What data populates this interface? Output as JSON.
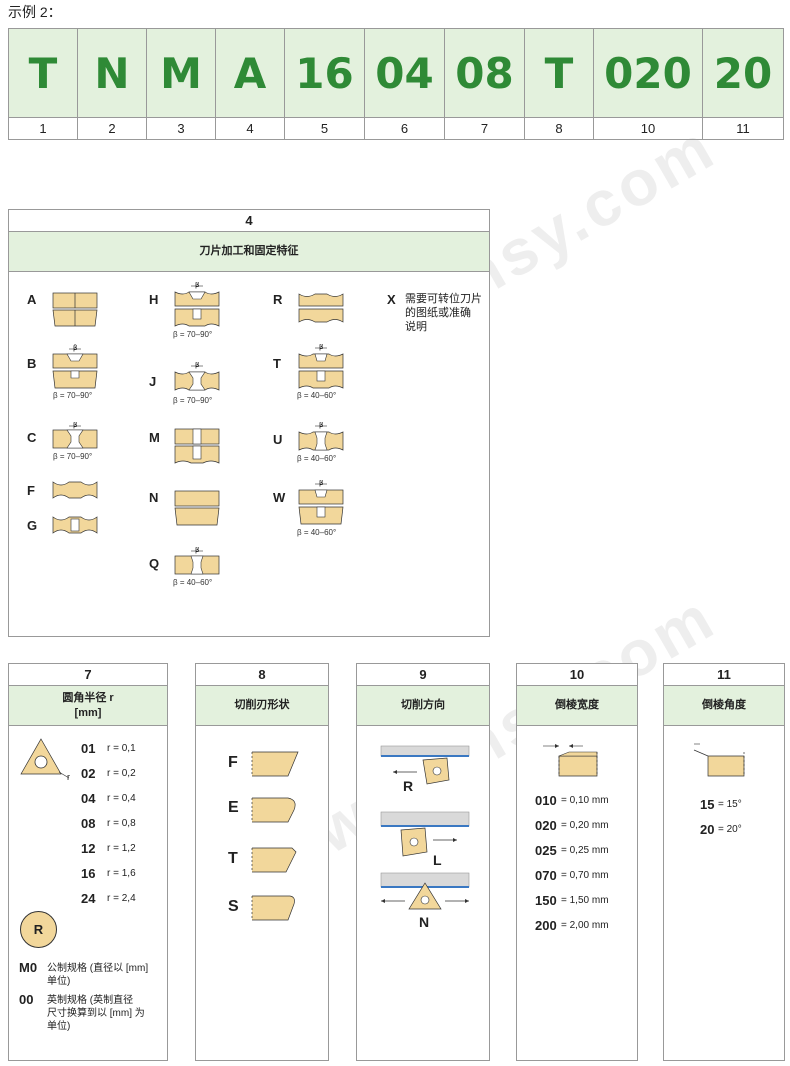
{
  "title": "示例 2：",
  "code_table": {
    "letters": [
      "T",
      "N",
      "M",
      "A",
      "16",
      "04",
      "08",
      "T",
      "020",
      "20"
    ],
    "numbers": [
      "1",
      "2",
      "3",
      "4",
      "5",
      "6",
      "7",
      "8",
      "10",
      "11"
    ]
  },
  "watermark": "www.ehsy.com",
  "section4": {
    "num": "4",
    "heading": "刀片加工和固定特征",
    "items": {
      "A": {
        "label": "A"
      },
      "B": {
        "label": "B",
        "beta": "β = 70–90°"
      },
      "C": {
        "label": "C",
        "beta": "β = 70–90°"
      },
      "F": {
        "label": "F"
      },
      "G": {
        "label": "G"
      },
      "H": {
        "label": "H",
        "beta": "β = 70–90°"
      },
      "J": {
        "label": "J",
        "beta": "β = 70–90°"
      },
      "M": {
        "label": "M"
      },
      "N": {
        "label": "N"
      },
      "Q": {
        "label": "Q",
        "beta": "β = 40–60°"
      },
      "R": {
        "label": "R"
      },
      "T": {
        "label": "T",
        "beta": "β = 40–60°"
      },
      "U": {
        "label": "U",
        "beta": "β = 40–60°"
      },
      "W": {
        "label": "W",
        "beta": "β = 40–60°"
      }
    },
    "x_label": "X",
    "x_text": [
      "需要可转位刀片",
      "的图纸或准确",
      "说明"
    ],
    "beta_symbol": "β"
  },
  "section7": {
    "num": "7",
    "heading": [
      "圆角半径 r",
      "[mm]"
    ],
    "r_mark": "r",
    "rows": [
      {
        "code": "01",
        "val": "r = 0,1"
      },
      {
        "code": "02",
        "val": "r = 0,2"
      },
      {
        "code": "04",
        "val": "r = 0,4"
      },
      {
        "code": "08",
        "val": "r = 0,8"
      },
      {
        "code": "12",
        "val": "r = 1,2"
      },
      {
        "code": "16",
        "val": "r = 1,6"
      },
      {
        "code": "24",
        "val": "r = 2,4"
      }
    ],
    "circle_label": "R",
    "m0_code": "M0",
    "m0_text": [
      "公制规格 (直径以 [mm]",
      "单位)"
    ],
    "oo_code": "00",
    "oo_text": [
      "英制规格 (英制直径",
      "尺寸换算到以 [mm] 为",
      "单位)"
    ]
  },
  "section8": {
    "num": "8",
    "heading": "切削刃形状",
    "shapes": [
      "F",
      "E",
      "T",
      "S"
    ]
  },
  "section9": {
    "num": "9",
    "heading": "切削方向",
    "dirs": [
      "R",
      "L",
      "N"
    ]
  },
  "section10": {
    "num": "10",
    "heading": "倒棱宽度",
    "rows": [
      {
        "code": "010",
        "val": "= 0,10 mm"
      },
      {
        "code": "020",
        "val": "= 0,20 mm"
      },
      {
        "code": "025",
        "val": "= 0,25 mm"
      },
      {
        "code": "070",
        "val": "= 0,70 mm"
      },
      {
        "code": "150",
        "val": "= 1,50 mm"
      },
      {
        "code": "200",
        "val": "= 2,00 mm"
      }
    ]
  },
  "section11": {
    "num": "11",
    "heading": "倒棱角度",
    "rows": [
      {
        "code": "15",
        "val": "= 15°"
      },
      {
        "code": "20",
        "val": "= 20°"
      }
    ]
  },
  "colors": {
    "accent_green": "#2f8a36",
    "header_bg": "#e3f1dd",
    "insert_fill": "#f2d79b",
    "blade_blue": "#3a78c2"
  }
}
